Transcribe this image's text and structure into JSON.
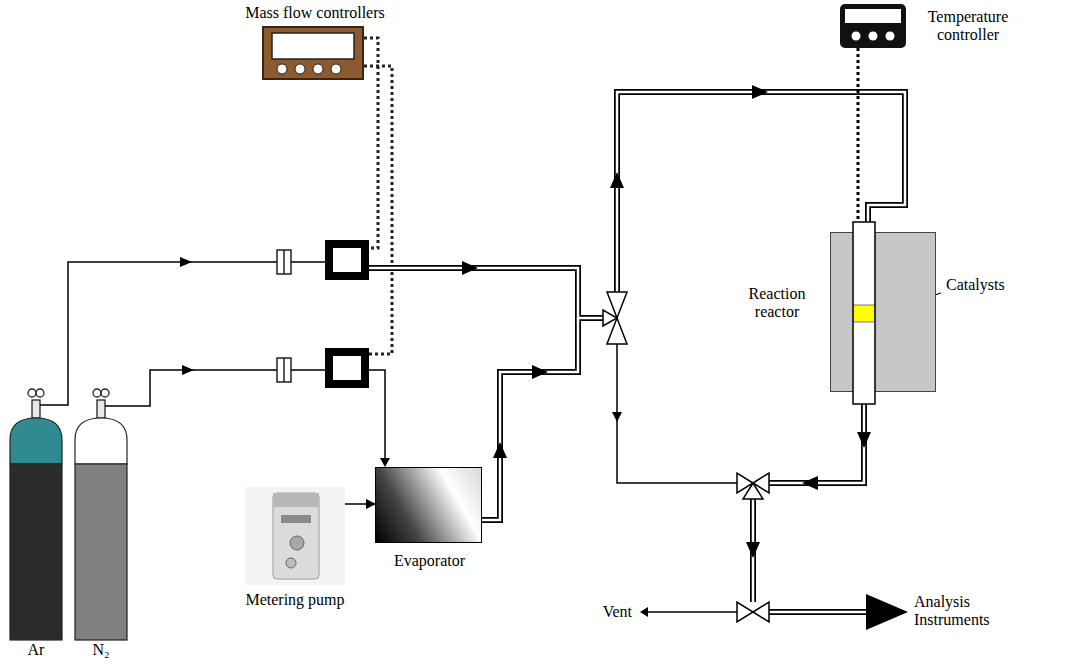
{
  "diagram": {
    "nodes": [
      {
        "text": [
          "Mass flow controllers"
        ]
      },
      {
        "text": [
          "Temperature controller"
        ]
      },
      {
        "text": [
          "Ar"
        ]
      },
      {
        "text": [
          "N₂"
        ]
      },
      {
        "text": [
          "Metering pump"
        ]
      },
      {
        "text": [
          "Evaporator"
        ]
      },
      {
        "text": [
          "Reaction reactor"
        ]
      }
    ],
    "edges": [
      {
        "from": 4,
        "to": 5,
        "arrow": "to"
      },
      {
        "from": 1,
        "to": 6,
        "arrow": "none"
      }
    ],
    "labels": [
      "Catalysts",
      "Vent",
      "Analysis Instruments"
    ]
  }
}
